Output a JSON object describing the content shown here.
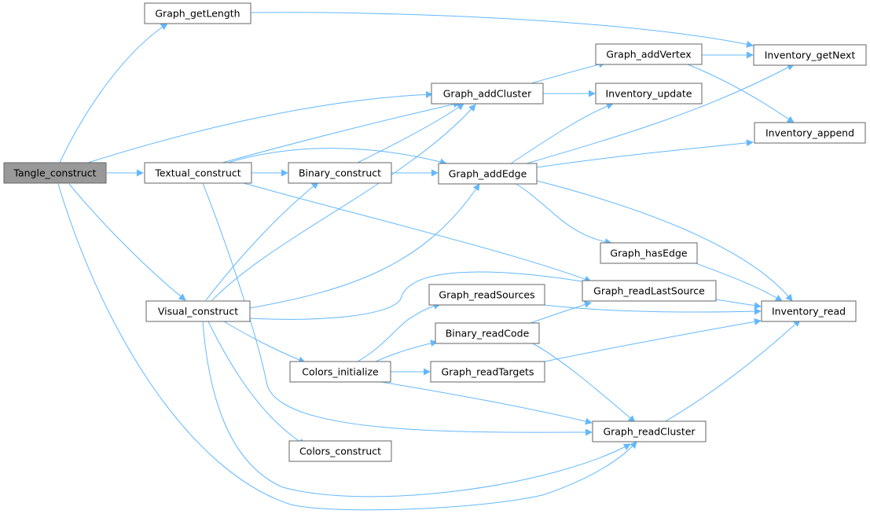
{
  "diagram": {
    "type": "call-graph",
    "nodes": {
      "tangle_construct": "Tangle_construct",
      "graph_getlength": "Graph_getLength",
      "textual_construct": "Textual_construct",
      "visual_construct": "Visual_construct",
      "binary_construct": "Binary_construct",
      "graph_addcluster": "Graph_addCluster",
      "graph_addedge": "Graph_addEdge",
      "graph_addvertex": "Graph_addVertex",
      "inventory_getnext": "Inventory_getNext",
      "inventory_update": "Inventory_update",
      "inventory_append": "Inventory_append",
      "graph_hasedge": "Graph_hasEdge",
      "graph_readlastsource": "Graph_readLastSource",
      "graph_readsources": "Graph_readSources",
      "inventory_read": "Inventory_read",
      "binary_readcode": "Binary_readCode",
      "colors_initialize": "Colors_initialize",
      "graph_readtargets": "Graph_readTargets",
      "graph_readcluster": "Graph_readCluster",
      "colors_construct": "Colors_construct"
    },
    "colors": {
      "edge": "#63b8ff",
      "root_fill": "#999999",
      "node_border": "#666666"
    }
  }
}
